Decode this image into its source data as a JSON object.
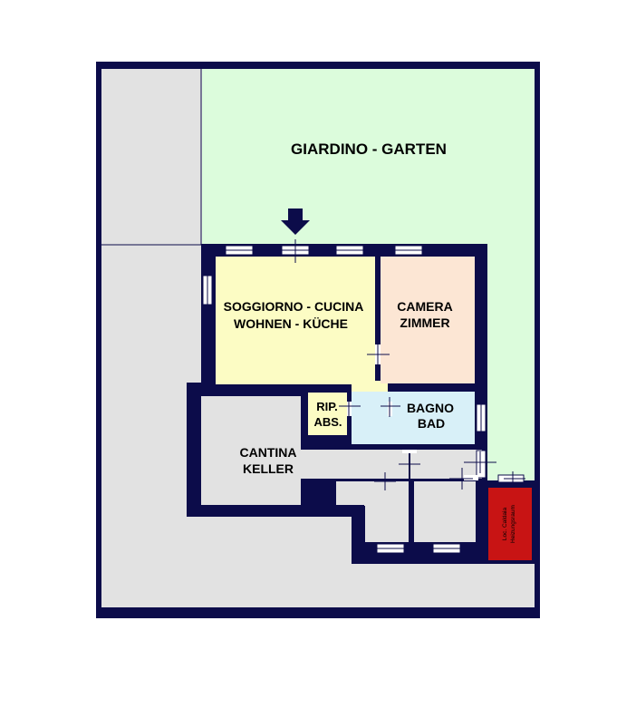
{
  "labels": {
    "garden": "GIARDINO - GARTEN",
    "living_line1": "SOGGIORNO - CUCINA",
    "living_line2": "WOHNEN - KÜCHE",
    "bedroom_line1": "CAMERA",
    "bedroom_line2": "ZIMMER",
    "storage_line1": "RIP.",
    "storage_line2": "ABS.",
    "bath_line1": "BAGNO",
    "bath_line2": "BAD",
    "cellar_line1": "CANTINA",
    "cellar_line2": "KELLER",
    "boiler_line1": "Loc. Caldaia",
    "boiler_line2": "Heizungsraum"
  },
  "colors": {
    "wall": "#0c0c4a",
    "outer_area": "#e2e2e2",
    "garden": "#dcfcdc",
    "living": "#fcfcc4",
    "bedroom": "#fce6d4",
    "bath": "#d8f0f8",
    "storage": "#fcfcc4",
    "boiler": "#c81414",
    "window": "#ffffff",
    "entrance_arrow": "#0c0c4a"
  },
  "icons": {
    "entrance": "arrow-down-icon"
  }
}
